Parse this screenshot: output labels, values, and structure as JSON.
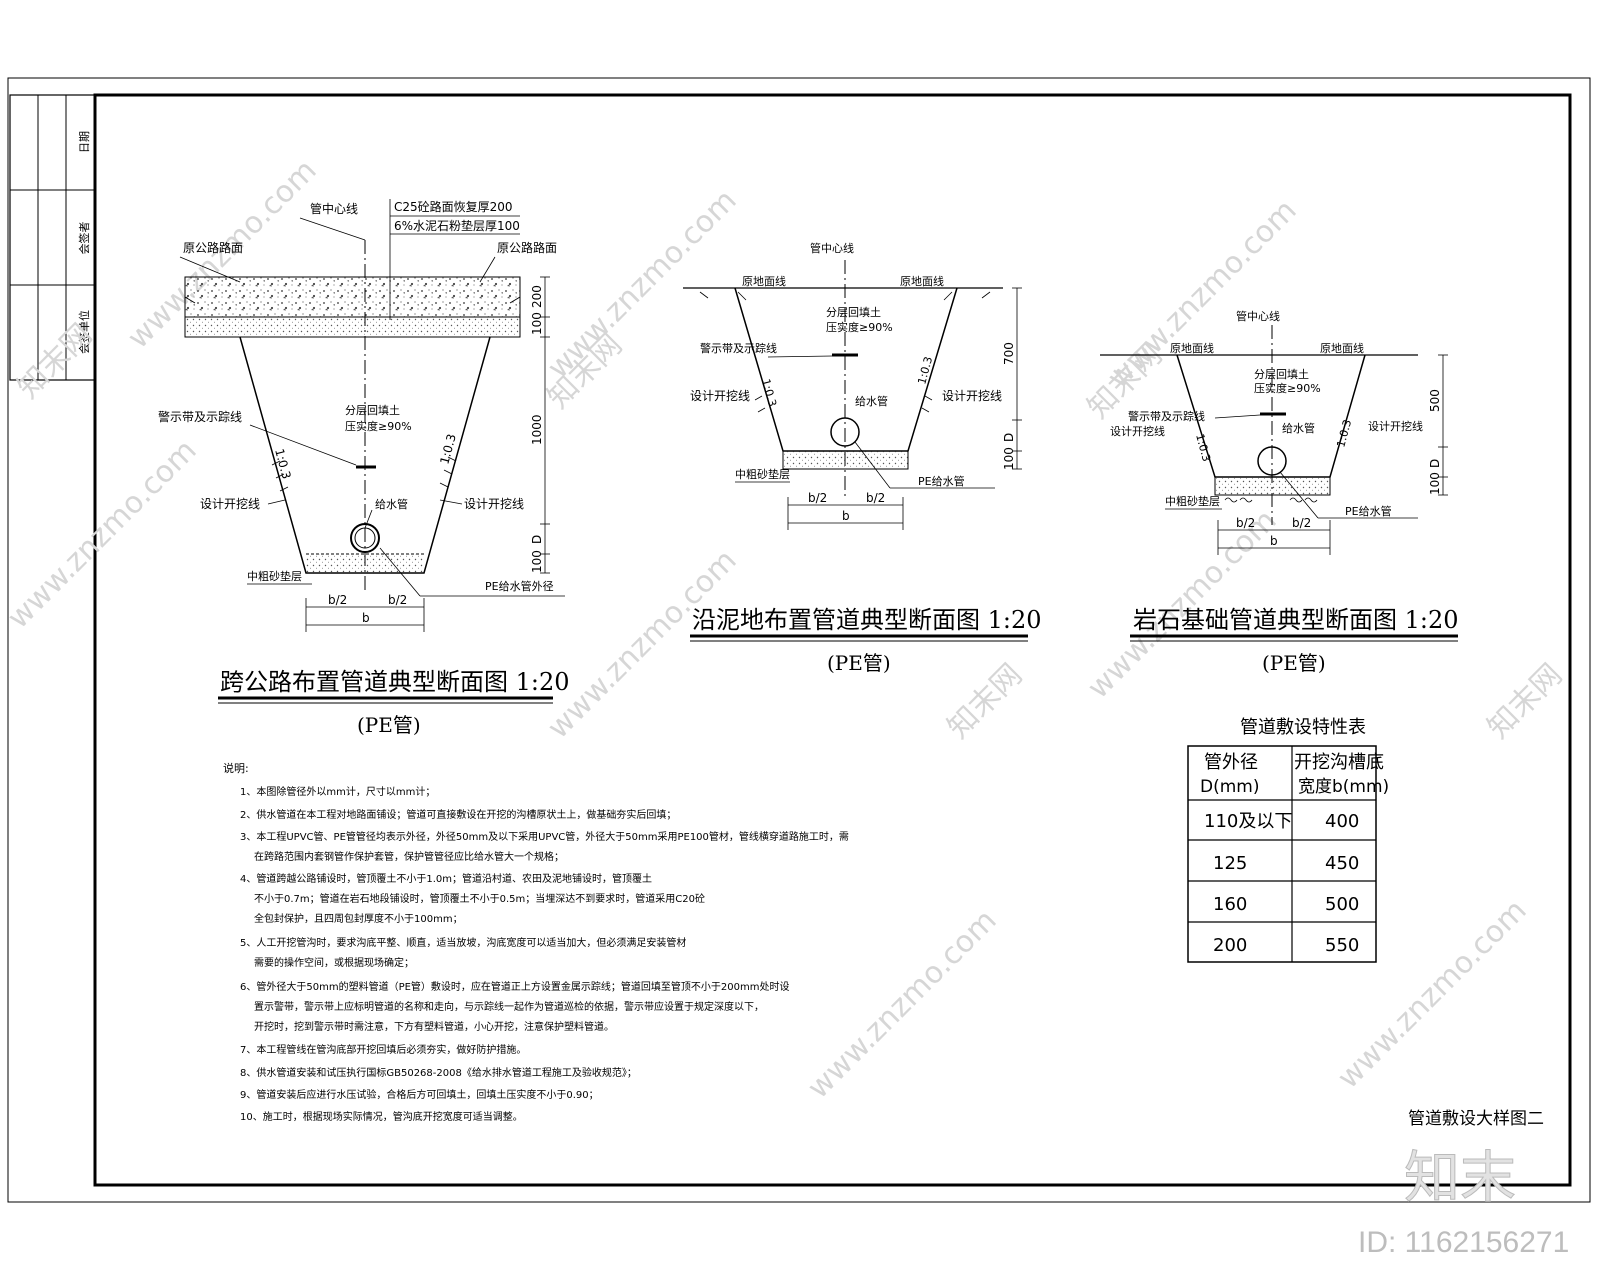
{
  "title_block": {
    "field_date": "日期",
    "field_signature": "会签者",
    "field_unit": "会签单位"
  },
  "section1": {
    "label_pipe_center": "管中心线",
    "label_concrete": "C25砼路面恢复厚200",
    "label_stone": "6%水泥石粉垫层厚100",
    "label_road_left": "原公路路面",
    "label_road_right": "原公路路面",
    "label_backfill_1": "分层回填土",
    "label_backfill_2": "压实度≥90%",
    "label_tape": "警示带及示踪线",
    "label_design_line": "设计开挖线",
    "label_slope_left": "1:0.3",
    "label_slope_right": "1:0.3",
    "label_protect": "设计开挖线",
    "label_pipe": "给水管",
    "label_sand": "中粗砂垫层",
    "label_pe": "PE给水管外径",
    "dim_200": "200",
    "dim_100a": "100",
    "dim_1000": "1000",
    "dim_d": "D",
    "dim_100b": "100",
    "dim_b2_left": "b/2",
    "dim_b2_right": "b/2",
    "dim_b": "b",
    "title": "跨公路布置管道典型断面图 1:20",
    "subtitle": "(PE管)"
  },
  "section2": {
    "label_pipe_center": "管中心线",
    "label_ground_left": "原地面线",
    "label_ground_right": "原地面线",
    "label_backfill_1": "分层回填土",
    "label_backfill_2": "压实度≥90%",
    "label_tape": "警示带及示踪线",
    "label_design_left": "设计开挖线",
    "label_design_right": "设计开挖线",
    "label_slope_left": "1:0.3",
    "label_slope_right": "1:0.3",
    "label_pipe": "给水管",
    "label_sand": "中粗砂垫层",
    "label_pe": "PE给水管",
    "dim_700": "700",
    "dim_d": "D",
    "dim_100": "100",
    "dim_b2_left": "b/2",
    "dim_b2_right": "b/2",
    "dim_b": "b",
    "title": "沿泥地布置管道典型断面图 1:20",
    "subtitle": "(PE管)"
  },
  "section3": {
    "label_pipe_center": "管中心线",
    "label_ground_left": "原地面线",
    "label_ground_right": "原地面线",
    "label_backfill_1": "分层回填土",
    "label_backfill_2": "压实度≥90%",
    "label_tape": "警示带及示踪线",
    "label_design_left": "设计开挖线",
    "label_design_right": "设计开挖线",
    "label_slope_left": "1:0.3",
    "label_slope_right": "1:0.3",
    "label_pipe": "给水管",
    "label_sand": "中粗砂垫层",
    "label_pe": "PE给水管",
    "dim_500": "500",
    "dim_d": "D",
    "dim_100": "100",
    "dim_b2_left": "b/2",
    "dim_b2_right": "b/2",
    "dim_b": "b",
    "title": "岩石基础管道典型断面图 1:20",
    "subtitle": "(PE管)"
  },
  "table": {
    "title": "管道敷设特性表",
    "header_col1_line1": "管外径",
    "header_col1_line2": "D(mm)",
    "header_col2_line1": "开挖沟槽底",
    "header_col2_line2": "宽度b(mm)",
    "rows": [
      {
        "d": "110及以下",
        "b": "400"
      },
      {
        "d": "125",
        "b": "450"
      },
      {
        "d": "160",
        "b": "500"
      },
      {
        "d": "200",
        "b": "550"
      }
    ]
  },
  "notes": {
    "heading": "说明:",
    "lines": [
      "1、本图除管径外以mm计，尺寸以mm计；",
      "2、供水管道在本工程对地路面铺设；管道可直接敷设在开挖的沟槽原状土上，做基础夯实后回填；",
      "3、本工程UPVC管、PE管管径均表示外径，外径50mm及以下采用UPVC管，外径大于50mm采用PE100管材，管线横穿道路施工时，需",
      "在跨路范围内套钢管作保护套管，保护管管径应比给水管大一个规格；",
      "4、管道跨越公路铺设时，管顶覆土不小于1.0m；管道沿村道、农田及泥地铺设时，管顶覆土",
      "不小于0.7m；管道在岩石地段铺设时，管顶覆土不小于0.5m；当埋深达不到要求时，管道采用C20砼",
      "全包封保护，且四周包封厚度不小于100mm；",
      "5、人工开挖管沟时，要求沟底平整、顺直，适当放坡，沟底宽度可以适当加大，但必须满足安装管材",
      "需要的操作空间，或根据现场确定；",
      "6、管外径大于50mm的塑料管道（PE管）敷设时，应在管道正上方设置金属示踪线；管道回填至管顶不小于200mm处时设",
      "置示警带，警示带上应标明管道的名称和走向，与示踪线一起作为管道巡检的依据，警示带应设置于规定深度以下，",
      "开挖时，挖到警示带时需注意，下方有塑料管道，小心开挖，注意保护塑料管道。",
      "7、本工程管线在管沟底部开挖回填后必须夯实，做好防护措施。",
      "8、供水管道安装和试压执行国标GB50268-2008《给水排水管道工程施工及验收规范》；",
      "9、管道安装后应进行水压试验，合格后方可回填土，回填土压实度不小于0.90；",
      "10、施工时，根据现场实际情况，管沟底开挖宽度可适当调整。"
    ]
  },
  "drawing_title": "管道敷设大样图二",
  "watermark": {
    "text": "www.znzmo.com",
    "brand_cn": "知末网",
    "logo": "知末",
    "id_label": "ID: 1162156271"
  }
}
